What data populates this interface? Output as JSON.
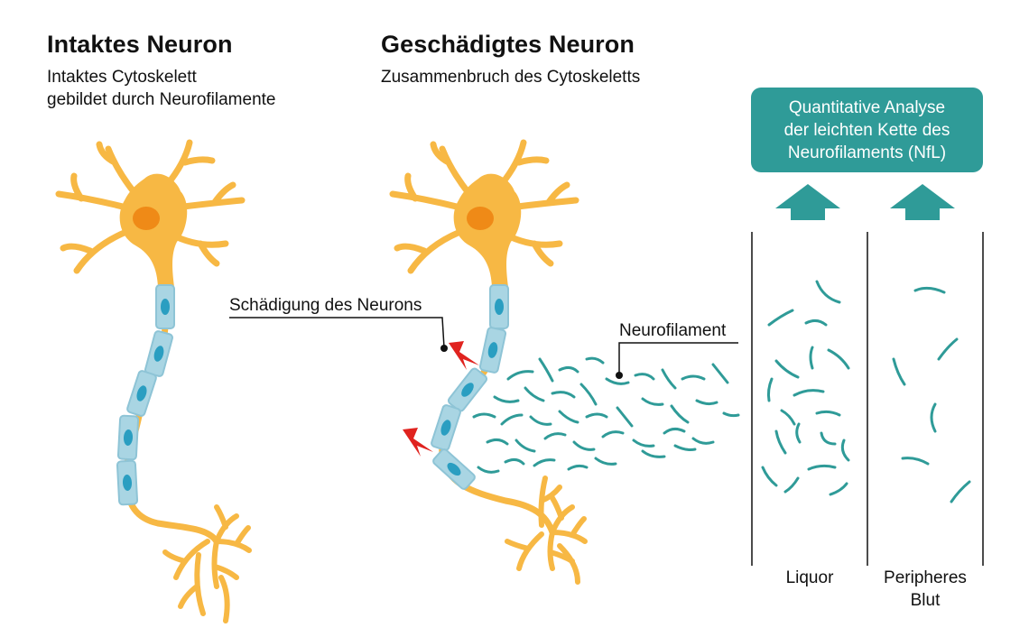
{
  "panel_intact": {
    "title": "Intaktes Neuron",
    "subtitle_line1": "Intaktes Cytoskelett",
    "subtitle_line2": "gebildet durch Neurofilamente"
  },
  "panel_damaged": {
    "title": "Geschädigtes Neuron",
    "subtitle": "Zusammenbruch des Cytoskeletts"
  },
  "callouts": {
    "damage": "Schädigung des Neurons",
    "neurofilament": "Neurofilament"
  },
  "analysis_box": {
    "line1": "Quantitative Analyse",
    "line2": "der leichten Kette des",
    "line3": "Neurofilaments (NfL)"
  },
  "columns": {
    "csf": "Liquor",
    "blood_line1": "Peripheres",
    "blood_line2": "Blut"
  },
  "colors": {
    "neuron": "#f7b844",
    "nucleus": "#ef8a17",
    "myelin": "#a9d5e3",
    "myelin_nucleus": "#2a9ec1",
    "filament": "#2f9b98",
    "lightning": "#e0231f",
    "box": "#2f9b98"
  }
}
